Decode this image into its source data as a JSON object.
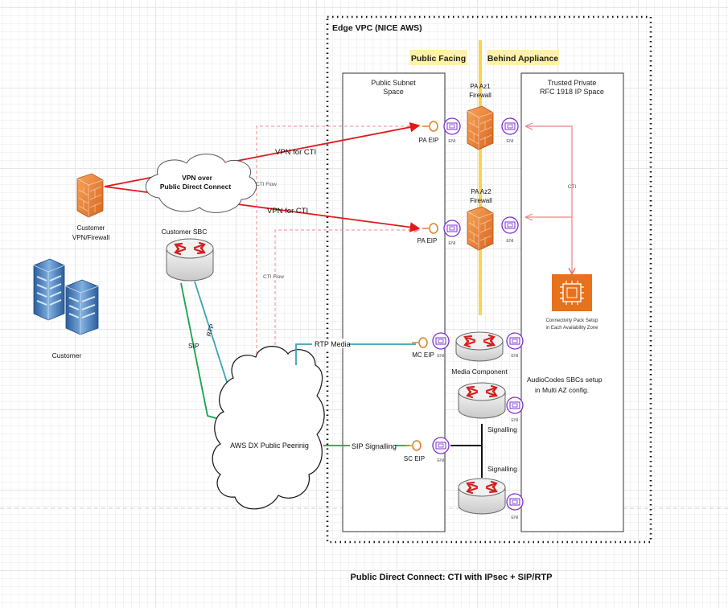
{
  "title": "Public Direct Connect: CTI with IPsec + SIP/RTP",
  "vpc_label": "Edge VPC (NICE AWS)",
  "zones": {
    "public_facing": "Public Facing",
    "behind_appliance": "Behind Appliance"
  },
  "public_subnet": [
    "Public Subnet",
    "Space"
  ],
  "trusted_private": [
    "Trusted Private",
    "RFC 1918 IP Space"
  ],
  "firewalls": {
    "az1": [
      "PA Az1",
      "Firewall"
    ],
    "az2": [
      "PA Az2",
      "Firewall"
    ]
  },
  "customer": {
    "firewall_label": [
      "Customer",
      "VPN/Firewall"
    ],
    "sbc_label": "Customer SBC",
    "servers_label": "Customer"
  },
  "cloud": {
    "vpn_over": [
      "VPN over",
      "Public Direct Connect"
    ],
    "aws_dx": "AWS DX Public Peerinig"
  },
  "links": {
    "vpn_cti_1": "VPN for CTI",
    "vpn_cti_2": "VPN for CTI",
    "cti_flow_1": "CTI Flow",
    "cti_flow_2": "CTI Flow",
    "cti": "CTI",
    "sip": "SIP",
    "rtp": "RTP",
    "rtp_media": "RTP Media",
    "sip_signalling": "SIP Signalling",
    "signalling_1": "Signalling",
    "signalling_2": "Signalling"
  },
  "eips": {
    "pa_eip_1": "PA EIP",
    "pa_eip_2": "PA EIP",
    "mc_eip": "MC EIP",
    "sc_eip": "SC EIP"
  },
  "eni": "ENI",
  "media_component": "Media Component",
  "audiocodes": [
    "AudioCodes SBCs setup",
    "in Multi AZ config."
  ],
  "connectivity_pack": [
    "Connectivity Pack Setup",
    "in Each Availability Zone"
  ],
  "colors": {
    "vpn_red": "#e0191a",
    "cti_dashed": "#f08a8a",
    "sip_green": "#18a34a",
    "rtp_blue": "#3aa3b8",
    "zone_bar": "#fbd24e",
    "zone_label_bg": "#fff2a8",
    "eni_purple": "#7a2fd0",
    "eip_orange": "#d9822b",
    "aws_orange": "#e8711c"
  }
}
